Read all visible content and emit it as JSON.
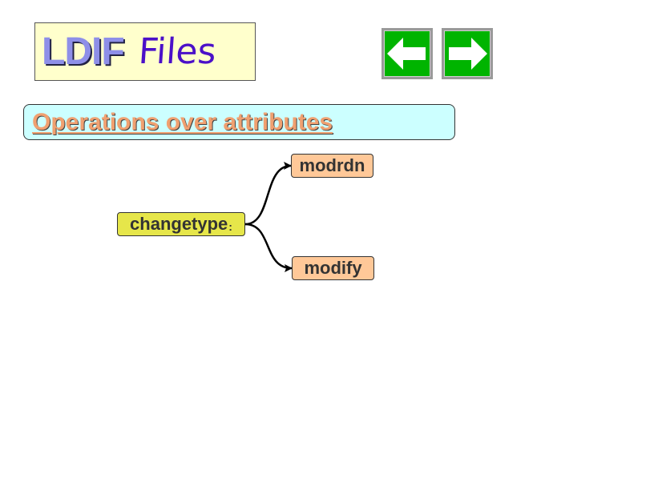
{
  "header": {
    "title_main": "LDIF",
    "title_sub": "Files"
  },
  "navigation": {
    "prev_icon": "arrow-left-icon",
    "next_icon": "arrow-right-icon",
    "button_color": "#00b400"
  },
  "section": {
    "title": "Operations over attributes"
  },
  "diagram": {
    "root": {
      "label": "changetype",
      "suffix": ":"
    },
    "children": [
      {
        "label": "modrdn"
      },
      {
        "label": "modify"
      }
    ],
    "colors": {
      "root_fill": "#e6e64a",
      "child_fill": "#ffc898",
      "edge": "#000000"
    }
  }
}
